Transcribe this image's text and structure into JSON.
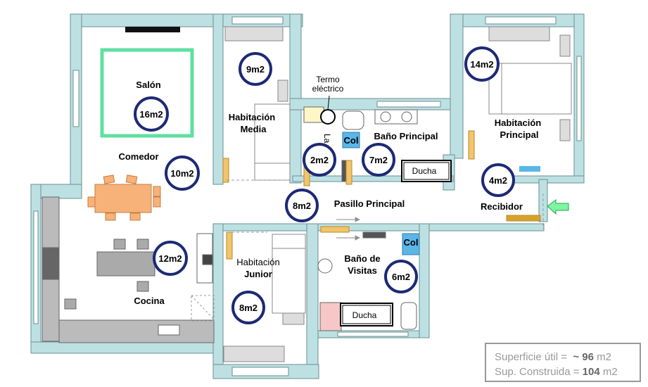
{
  "rooms": {
    "salon": "Salón",
    "comedor": "Comedor",
    "cocina": "Cocina",
    "hab_media_1": "Habitación",
    "hab_media_2": "Media",
    "hab_principal_1": "Habitación",
    "hab_principal_2": "Principal",
    "bano_principal": "Baño Principal",
    "pasillo": "Pasillo Principal",
    "recibidor": "Recibidor",
    "hab_junior_1": "Habitación",
    "hab_junior_2": "Junior",
    "bano_visitas_1": "Baño de",
    "bano_visitas_2": "Visitas"
  },
  "areas": {
    "salon": "16m2",
    "comedor": "10m2",
    "cocina": "12m2",
    "hab_media": "9m2",
    "hab_principal": "14m2",
    "bano_principal": "7m2",
    "bano_pasillo": "2m2",
    "pasillo": "8m2",
    "recibidor": "4m2",
    "hab_junior": "8m2",
    "bano_visitas": "6m2"
  },
  "fixtures": {
    "termo_1": "Termo",
    "termo_2": "eléctrico",
    "la": "La",
    "col_1": "Col",
    "col_2": "Col",
    "ducha_1": "Ducha",
    "ducha_2": "Ducha"
  },
  "stats": {
    "util_label": "Superficie útil =",
    "util_value": "~ 96",
    "util_unit": "m2",
    "construida_label": "Sup. Construida =",
    "construida_value": "104",
    "construida_unit": "m2"
  },
  "colors": {
    "wall": "#bde1e3",
    "wall_stroke": "#6a8f92",
    "door": "#f2c46b",
    "circle": "#1c2a75",
    "col": "#5bb6e8",
    "table": "#f7b27a",
    "rug": "#5fe0a0",
    "arrow": "#7ef5a0"
  }
}
